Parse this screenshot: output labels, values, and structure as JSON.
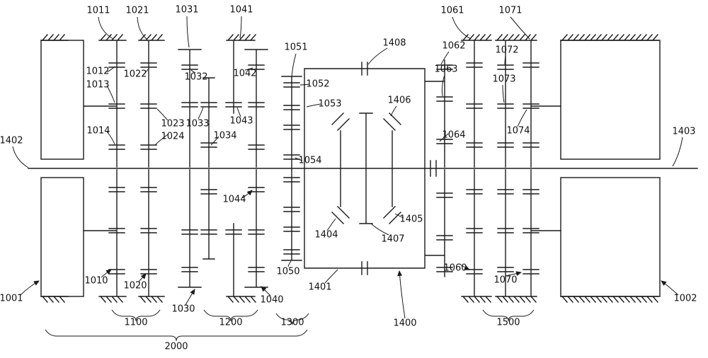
{
  "figure": {
    "type": "patent-transmission-schematic",
    "colors": {
      "line": "#1a1a1a",
      "background": "#ffffff"
    },
    "labels": [
      "1011",
      "1021",
      "1031",
      "1041",
      "1061",
      "1071",
      "1012",
      "1013",
      "1022",
      "1032",
      "1042",
      "1051",
      "1408",
      "1062",
      "1072",
      "1052",
      "1063",
      "1073",
      "1053",
      "1406",
      "1014",
      "1023",
      "1033",
      "1043",
      "1024",
      "1034",
      "1064",
      "1074",
      "1402",
      "1403",
      "1054",
      "1044",
      "1404",
      "1405",
      "1407",
      "1050",
      "1401",
      "1060",
      "1070",
      "1010",
      "1020",
      "1001",
      "1030",
      "1040",
      "1100",
      "1200",
      "1300",
      "1400",
      "1500",
      "2000",
      "1002"
    ]
  }
}
